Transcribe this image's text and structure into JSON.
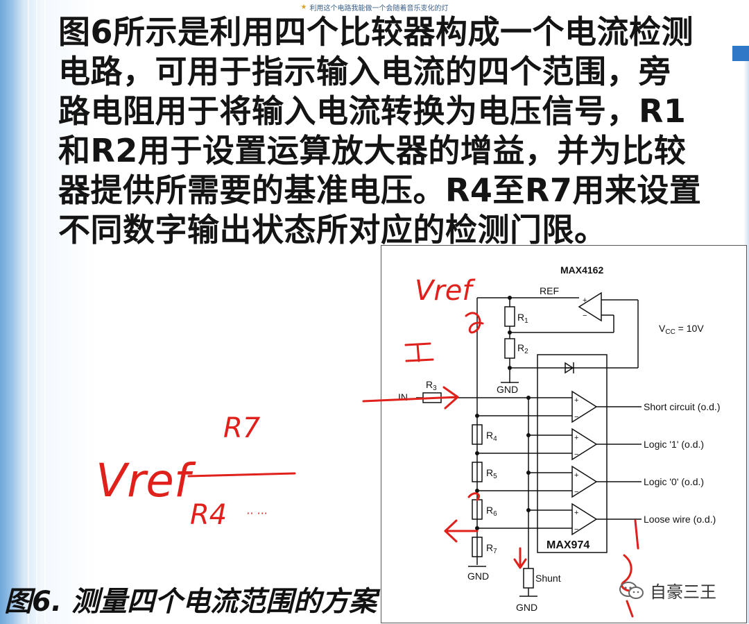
{
  "window": {
    "title": "利用这个电路我能做一个会随着音乐变化的灯"
  },
  "slide": {
    "paragraph_lines": [
      "图6所示是利用四个比较器构成一个电流检测",
      "电路，可用于指示输入电流的四个范围，旁",
      "路电阻用于将输入电流转换为电压信号，R1",
      "和R2用于设置运算放大器的增益，并为比较",
      "器提供所需要的基准电压。R4至R7用来设置",
      "不同数字输出状态所对应的检测门限。"
    ],
    "caption": "图6. 测量四个电流范围的方案"
  },
  "figure": {
    "chip_top": "MAX4162",
    "chip_bottom": "MAX974",
    "ref_label": "REF",
    "vcc_label": "V",
    "vcc_sub": "CC",
    "vcc_value": " = 10V",
    "in_label": "IN",
    "shunt_label": "Shunt",
    "gnd_labels": [
      "GND",
      "GND",
      "GND"
    ],
    "resistors": [
      "R",
      "R",
      "R",
      "R",
      "R",
      "R",
      "R"
    ],
    "resistor_subs": [
      "1",
      "2",
      "3",
      "4",
      "5",
      "6",
      "7"
    ],
    "outputs": [
      "Short circuit (o.d.)",
      "Logic '1' (o.d.)",
      "Logic '0' (o.d.)",
      "Loose wire (o.d.)"
    ],
    "opamp_plus": "+",
    "opamp_minus": "−"
  },
  "annotations": {
    "vref": "Vref",
    "vref_big": "Vref",
    "r7": "R7",
    "r4": "R4",
    "dots": "·· ···"
  },
  "watermark": {
    "name": "自豪三王"
  },
  "colors": {
    "ink": "#e0201a",
    "text": "#141414",
    "accent": "#2f78c8"
  }
}
